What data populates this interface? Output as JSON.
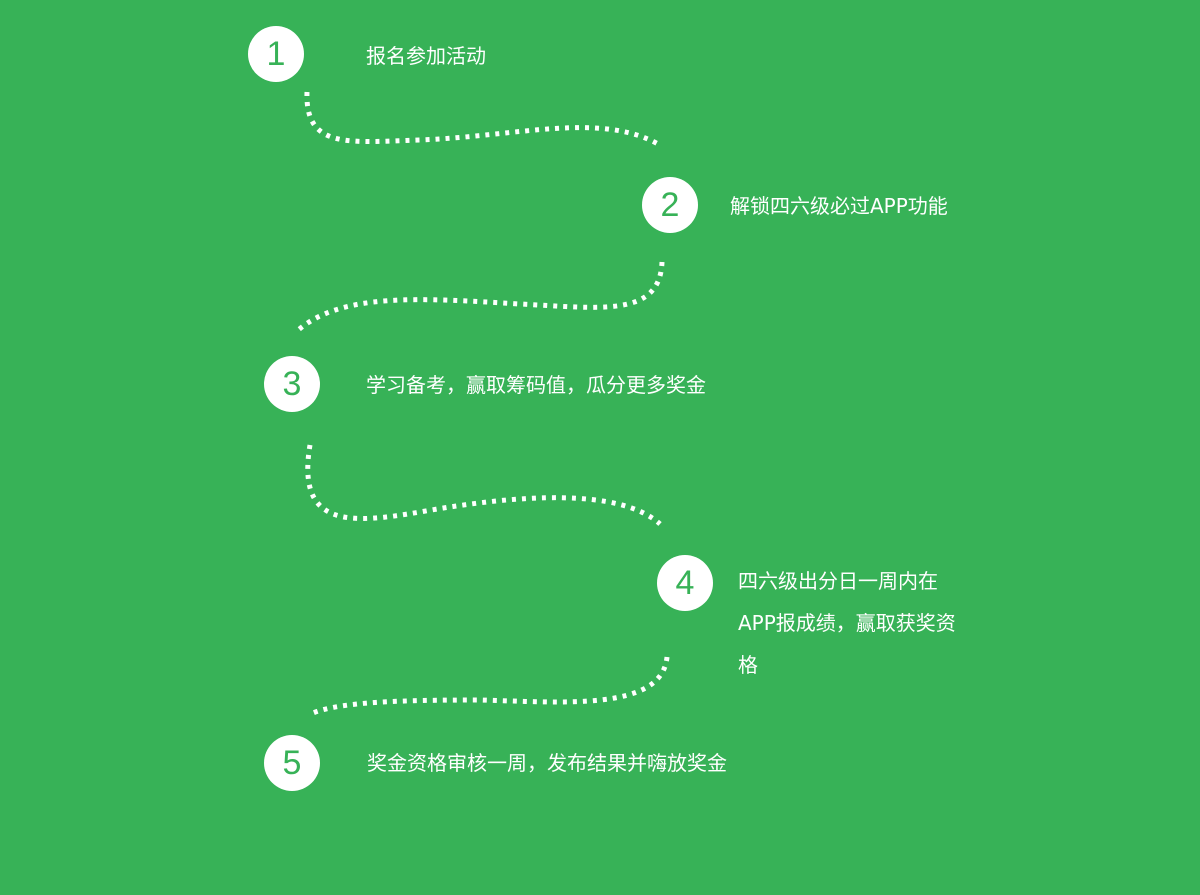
{
  "colors": {
    "background": "#37b257",
    "circle": "#ffffff",
    "number": "#37b257",
    "text": "#ffffff"
  },
  "steps": [
    {
      "number": "1",
      "text": "报名参加活动"
    },
    {
      "number": "2",
      "text": "解锁四六级必过APP功能"
    },
    {
      "number": "3",
      "text": "学习备考，赢取筹码值，瓜分更多奖金"
    },
    {
      "number": "4",
      "text": "四六级出分日一周内在APP报成绩，赢取获奖资格"
    },
    {
      "number": "5",
      "text": "奖金资格审核一周，发布结果并嗨放奖金"
    }
  ]
}
